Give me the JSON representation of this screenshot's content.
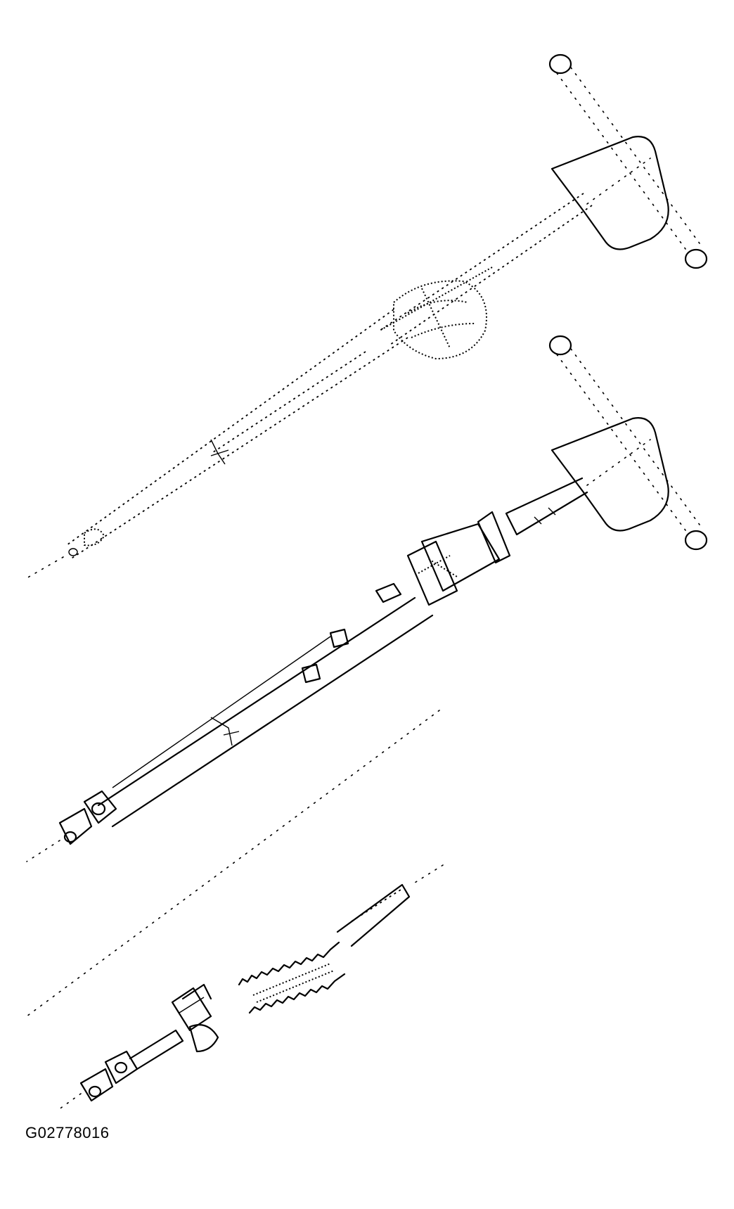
{
  "figure": {
    "id_label": "G02778016",
    "subject": "steering column assembly exploded view",
    "assemblies": [
      {
        "name": "upper-steering-column-with-wheel",
        "description": "steering wheel and column, upper view"
      },
      {
        "name": "middle-steering-column-with-wheel",
        "description": "steering wheel, column shaft and lower universal joint"
      },
      {
        "name": "intermediate-shaft",
        "description": "intermediate shaft with boot and universal joint"
      }
    ]
  },
  "colors": {
    "background": "#ffffff",
    "line": "#000000"
  }
}
